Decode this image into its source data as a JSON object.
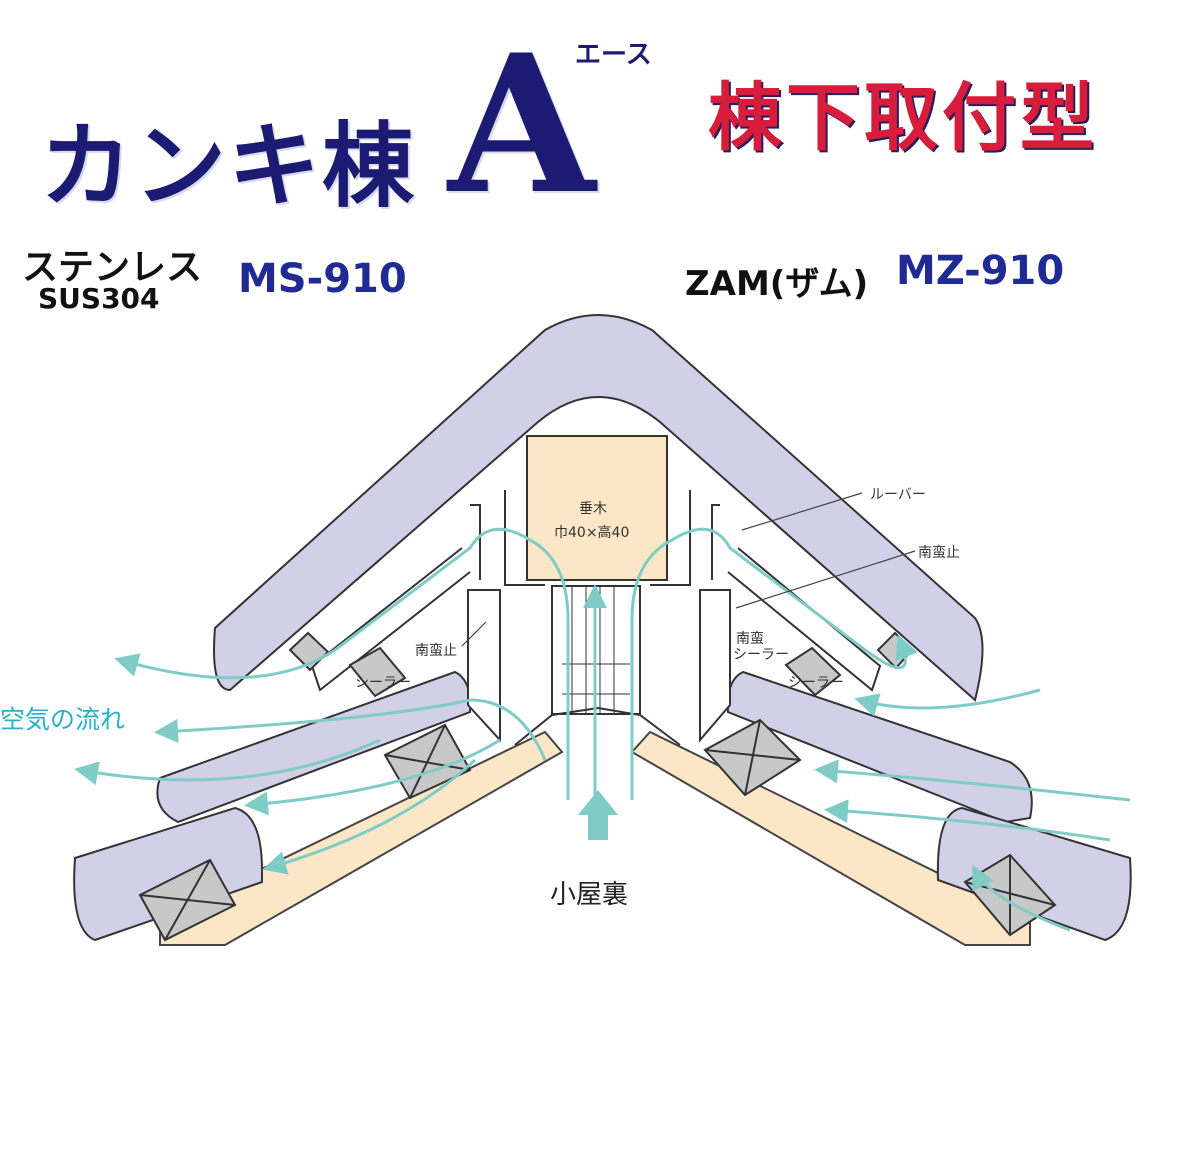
{
  "title": {
    "main": "カンキ棟",
    "letter": "A",
    "ace": "エース",
    "type": "棟下取付型"
  },
  "variants": {
    "stainless": {
      "name": "ステンレス",
      "grade": "SUS304",
      "model": "MS-910"
    },
    "zam": {
      "name": "ZAM(ザム)",
      "model": "MZ-910"
    }
  },
  "labels": {
    "rafter": "垂木",
    "rafter_size": "巾40×高40",
    "louver": "ルーバー",
    "bird_stop_right": "南蛮止",
    "bird_stop_left": "南蛮止",
    "bird_sealer_1": "南蛮",
    "bird_sealer_2": "シーラー",
    "sealer_left": "シーラー",
    "sealer_right": "シーラー",
    "airflow": "空気の流れ",
    "attic": "小屋裏"
  },
  "colors": {
    "navy": "#1b1b73",
    "red": "#d71c3c",
    "cover": "#d2d0e8",
    "wood": "#fbe6c5",
    "airflow": "#7fccc7",
    "block": "#c8c8c8"
  }
}
